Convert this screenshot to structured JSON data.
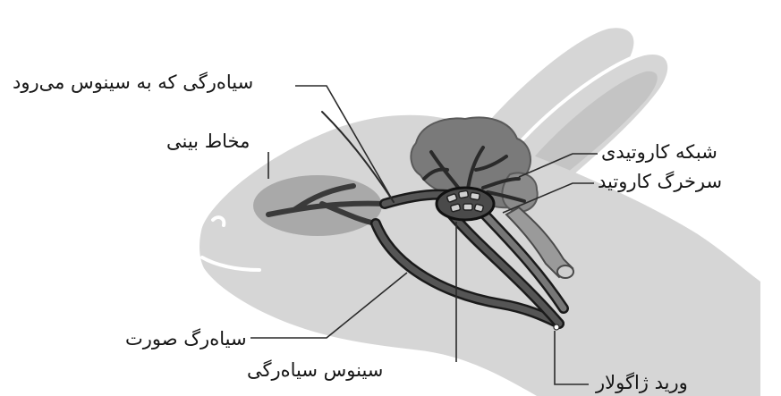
{
  "labels": {
    "vein_to_sinus": "سیاه‌رگی که به سینوس می‌رود",
    "nasal_mucosa": "مخاط بینی",
    "carotid_rete": "شبکه کاروتیدی",
    "carotid_artery": "سرخرگ کاروتید",
    "facial_vein": "سیاه‌رگ صورت",
    "venous_sinus": "سینوس سیاه‌رگی",
    "jugular_vein": "ورید ژاگولار"
  },
  "colors": {
    "head_fill": "#d6d6d6",
    "head_outline": "#ffffff",
    "nasal_patch": "#a9a9a9",
    "brain": "#7a7a7a",
    "vessel": "#4a4a4a",
    "vessel_edge": "#1a1a1a",
    "leader_line": "#2a2a2a",
    "label_text": "#151515"
  }
}
